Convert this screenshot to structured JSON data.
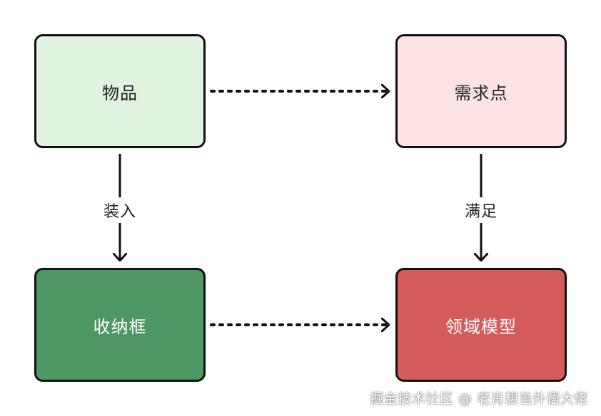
{
  "nodes": {
    "items": "物品",
    "needs": "需求点",
    "storage_box": "收纳框",
    "domain_model": "领域模型"
  },
  "edges": {
    "load_label": "装入",
    "satisfy_label": "满足"
  },
  "colors": {
    "items_fill": "#e0f3e1",
    "needs_fill": "#fde3e3",
    "storage_box_fill": "#4e9663",
    "domain_model_fill": "#d45d5b",
    "stroke": "#111111"
  },
  "watermark": "掘金技术社区 @ 老肖想当外语大佬"
}
